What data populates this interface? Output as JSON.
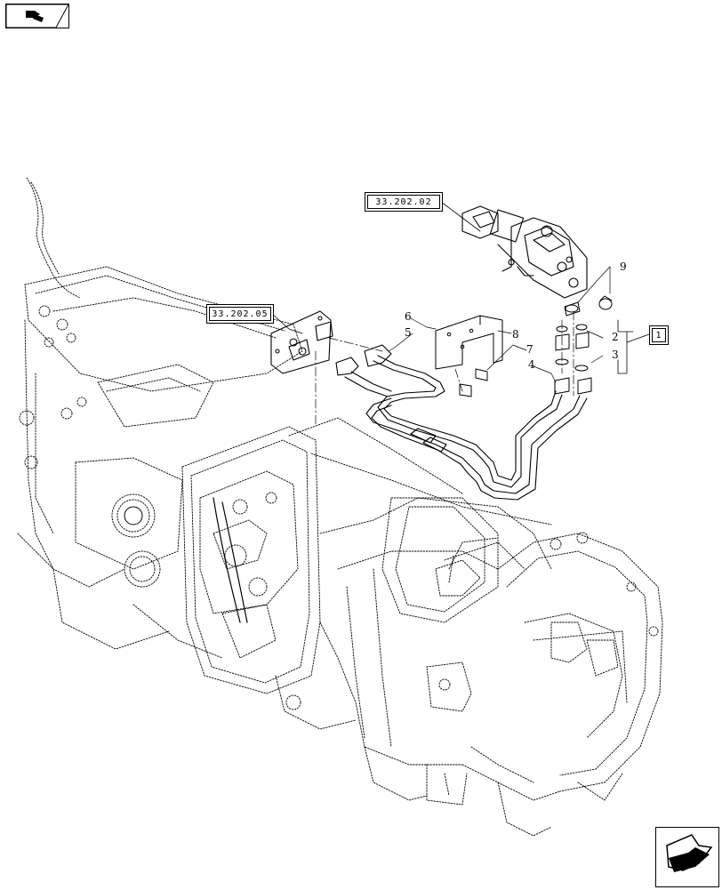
{
  "references": {
    "top_ref": "33.202.02",
    "left_ref": "33.202.05",
    "kit_ref": "1"
  },
  "callouts": [
    "2",
    "3",
    "4",
    "5",
    "6",
    "7",
    "8",
    "9"
  ],
  "icons": {
    "top_left": "previous-page-icon",
    "bottom_right": "next-page-icon"
  },
  "colors": {
    "line": "#000000",
    "background": "#ffffff"
  }
}
